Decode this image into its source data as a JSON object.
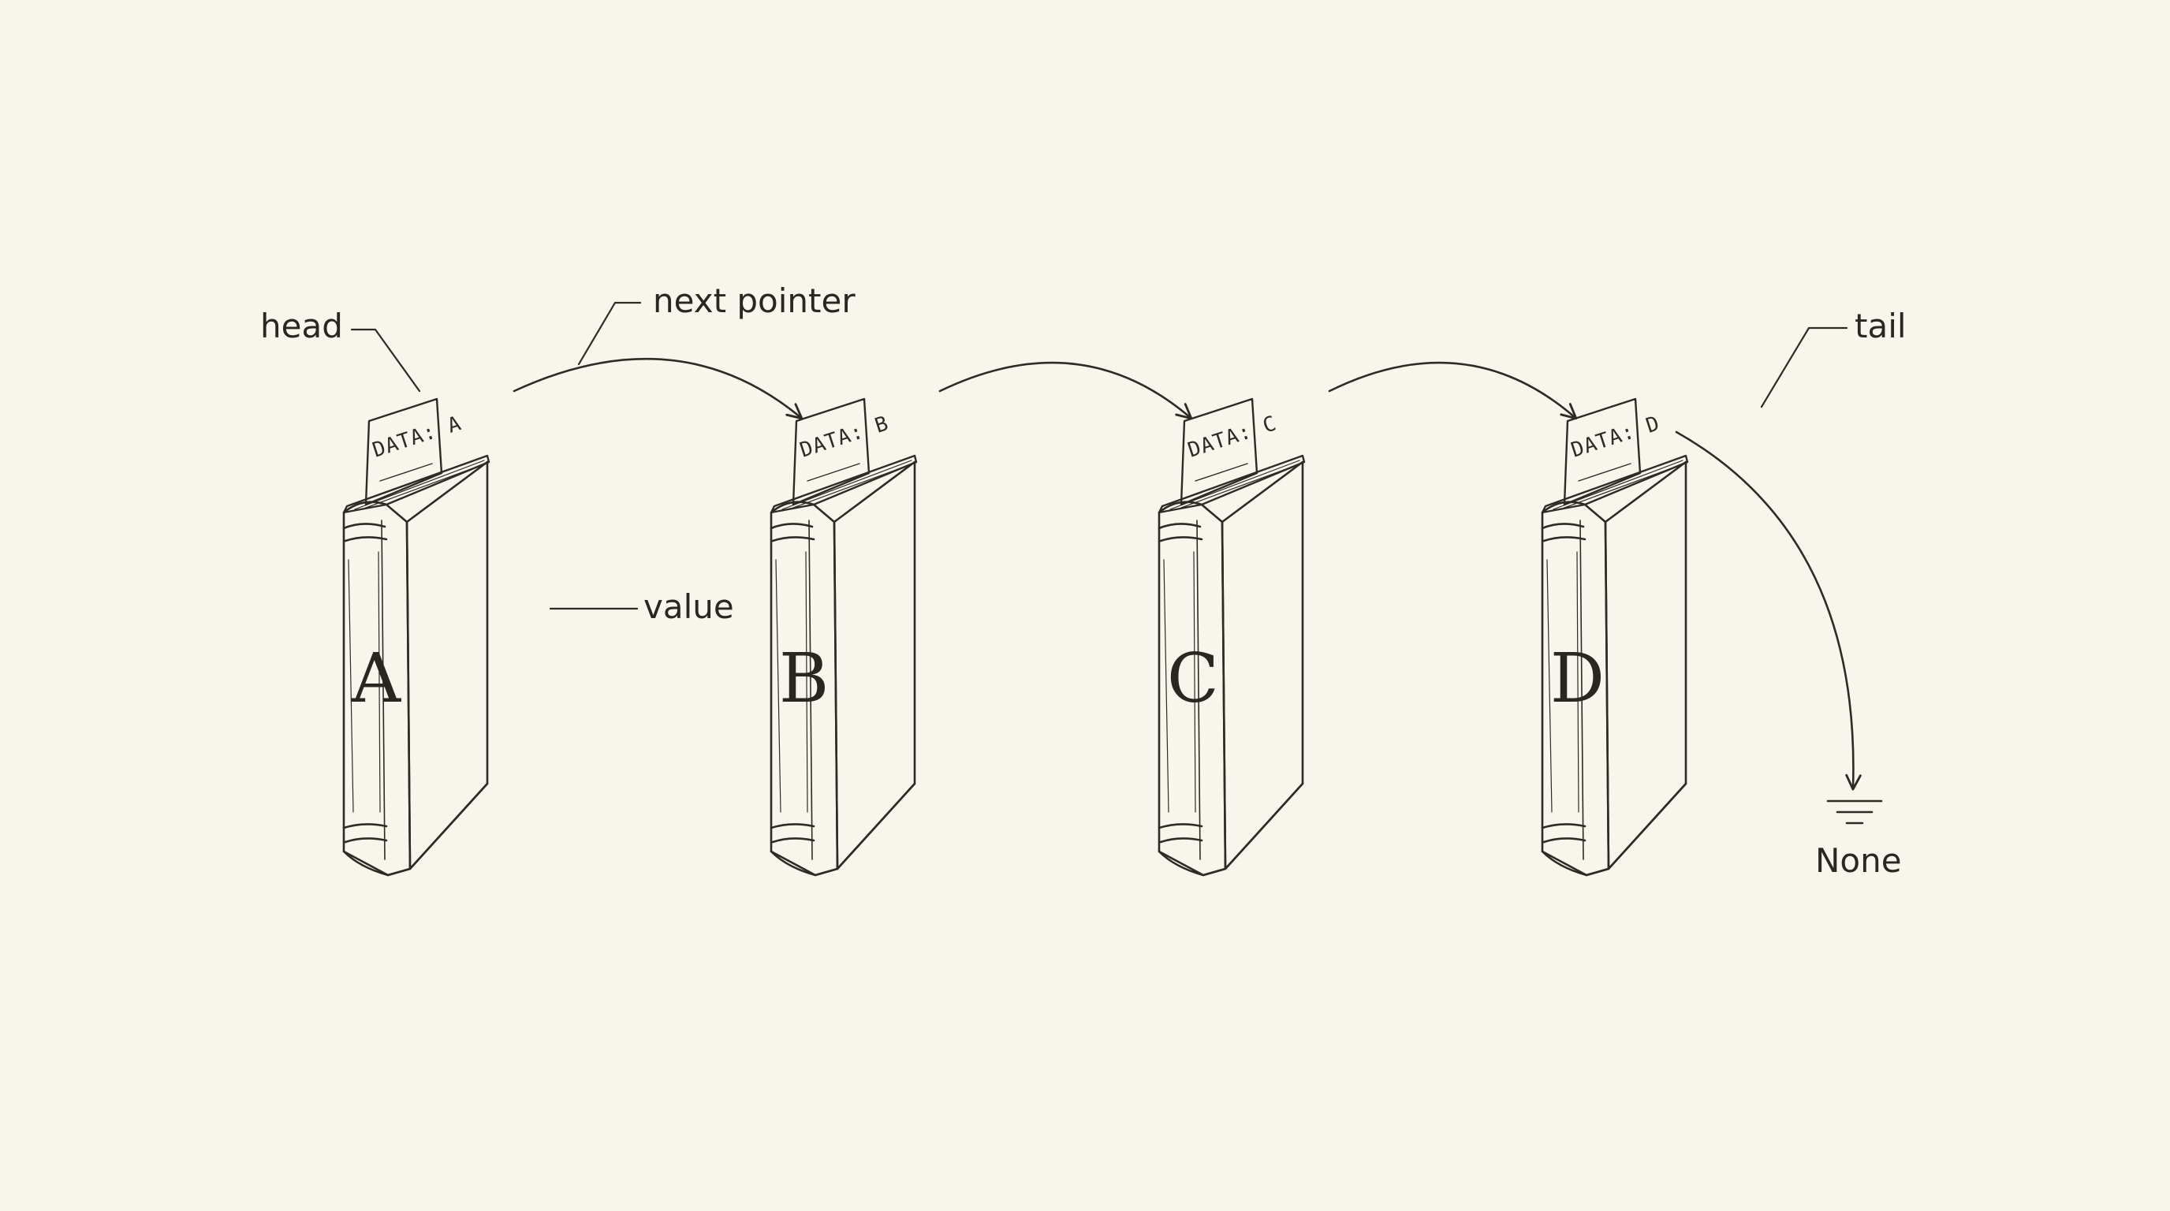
{
  "labels": {
    "head": "head",
    "next_pointer": "next pointer",
    "tail": "tail",
    "value": "value",
    "none": "None"
  },
  "nodes": [
    {
      "letter": "A",
      "tag": "DATA: A"
    },
    {
      "letter": "B",
      "tag": "DATA: B"
    },
    {
      "letter": "C",
      "tag": "DATA: C"
    },
    {
      "letter": "D",
      "tag": "DATA: D"
    }
  ],
  "colors": {
    "background": "#f8f5ec",
    "ink": "#2e2a26",
    "cover": "#efebe2",
    "spine": "#e4e1da",
    "pages": "#f4f1e8",
    "tag": "#f3eee2"
  }
}
